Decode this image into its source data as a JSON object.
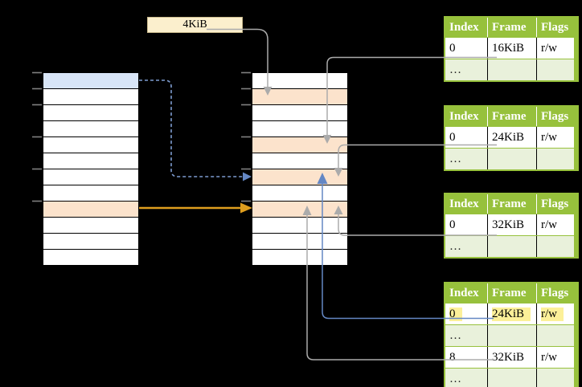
{
  "diagram": {
    "frame_size_label": "4KiB"
  },
  "memory_columns": {
    "left": {
      "rows": [
        "blue",
        "white",
        "white",
        "white",
        "white",
        "white",
        "white",
        "white",
        "orange",
        "white",
        "white",
        "white"
      ]
    },
    "middle": {
      "rows": [
        "white",
        "orange",
        "white",
        "white",
        "orange",
        "white",
        "orange",
        "white",
        "orange",
        "white",
        "white",
        "white"
      ]
    }
  },
  "page_tables": [
    {
      "headers": [
        "Index",
        "Frame",
        "Flags"
      ],
      "rows": [
        {
          "cells": [
            "0",
            "16KiB",
            "r/w"
          ]
        },
        {
          "cells": [
            "…",
            "",
            ""
          ]
        }
      ]
    },
    {
      "headers": [
        "Index",
        "Frame",
        "Flags"
      ],
      "rows": [
        {
          "cells": [
            "0",
            "24KiB",
            "r/w"
          ]
        },
        {
          "cells": [
            "…",
            "",
            ""
          ]
        }
      ]
    },
    {
      "headers": [
        "Index",
        "Frame",
        "Flags"
      ],
      "rows": [
        {
          "cells": [
            "0",
            "32KiB",
            "r/w"
          ]
        },
        {
          "cells": [
            "…",
            "",
            ""
          ]
        }
      ]
    },
    {
      "headers": [
        "Index",
        "Frame",
        "Flags"
      ],
      "rows": [
        {
          "cells": [
            "0",
            "24KiB",
            "r/w"
          ],
          "highlighted": true
        },
        {
          "cells": [
            "…",
            "",
            ""
          ]
        },
        {
          "cells": [
            "8",
            "32KiB",
            "r/w"
          ]
        },
        {
          "cells": [
            "…",
            "",
            ""
          ]
        }
      ]
    }
  ],
  "colors": {
    "header_green": "#97C13C",
    "row_light_green": "#E9F1DB",
    "row_orange": "#FCE3CC",
    "row_blue": "#D8E5F7",
    "label_box_fill": "#FBEFCD",
    "label_box_border": "#C9B98C",
    "highlight_yellow": "#FCF099",
    "connector_gray": "#ABABAB",
    "connector_blue": "#6487C4",
    "connector_blue_dash": "#7E9CD0",
    "arrow_orange": "#DF9E1E",
    "tick_gray": "#808080"
  }
}
